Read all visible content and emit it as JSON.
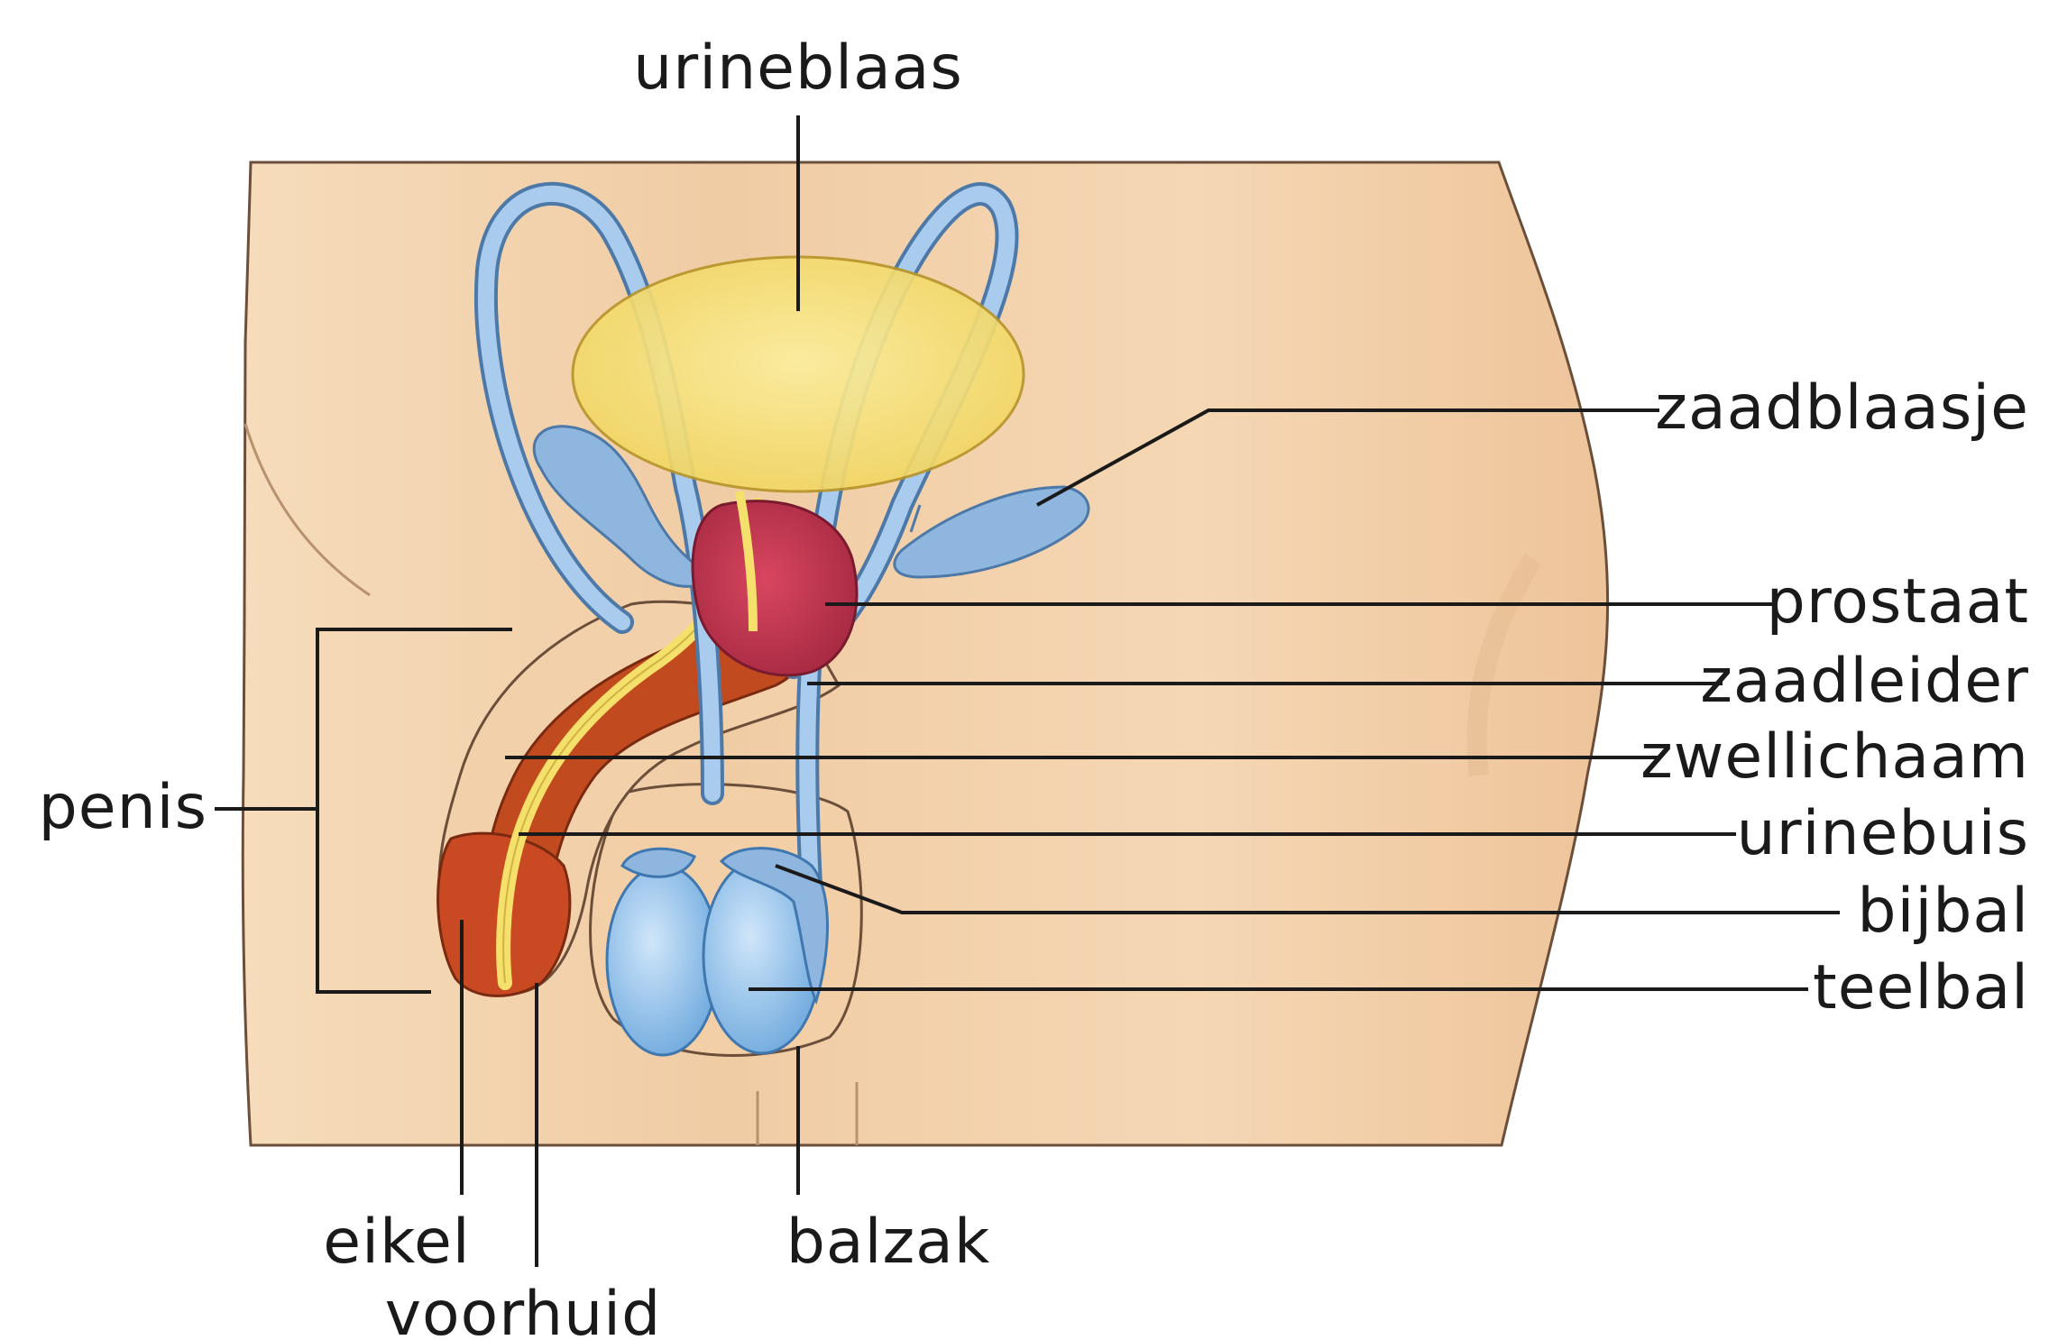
{
  "labels": {
    "urineblaas": "urineblaas",
    "zaadblaasje": "zaadblaasje",
    "prostaat": "prostaat",
    "zaadleider": "zaadleider",
    "zwellichaam": "zwellichaam",
    "urinebuis": "urinebuis",
    "bijbal": "bijbal",
    "teelbal": "teelbal",
    "penis": "penis",
    "eikel": "eikel",
    "voorhuid": "voorhuid",
    "balzak": "balzak"
  },
  "colors": {
    "skin": "#f3d2ad",
    "skin_shadow": "#e4b58a",
    "bladder": "#f6df72",
    "bladder_edge": "#d9b640",
    "duct": "#8fb6de",
    "duct_edge": "#4d79a8",
    "prostate": "#c1344f",
    "penis_tissue": "#c24a1f",
    "urethra": "#f4e06a",
    "testis": "#8fc1ec",
    "testis_edge": "#3f78b0"
  }
}
